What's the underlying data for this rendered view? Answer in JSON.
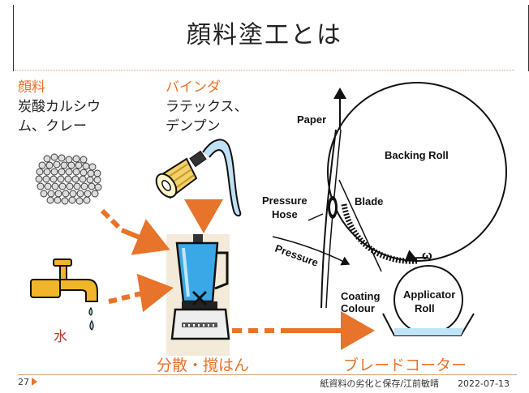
{
  "slide": {
    "title": "顔料塗工とは",
    "pigment_heading": "顔料",
    "pigment_line1": "炭酸カルシウ",
    "pigment_line2": "ム、クレー",
    "binder_heading": "バインダ",
    "binder_line1": "ラテックス、",
    "binder_line2": "デンプン",
    "water_label": "水",
    "dispersion_caption": "分散・撹はん",
    "blade_coater_caption": "ブレードコーター",
    "page_number": "27",
    "footer_text": "紙資料の劣化と保存/江前敏晴",
    "footer_date": "2022-07-13"
  },
  "diagram_labels": {
    "paper": "Paper",
    "backing_roll": "Backing Roll",
    "pressure_hose_1": "Pressure",
    "pressure_hose_2": "Hose",
    "blade": "Blade",
    "pressure": "Pressure",
    "omega": "ω",
    "coating_1": "Coating",
    "coating_2": "Colour",
    "applicator_1": "Applicator",
    "applicator_2": "Roll"
  },
  "colors": {
    "accent": "#e8732a",
    "water_red": "#c0392b",
    "text": "#222222"
  }
}
